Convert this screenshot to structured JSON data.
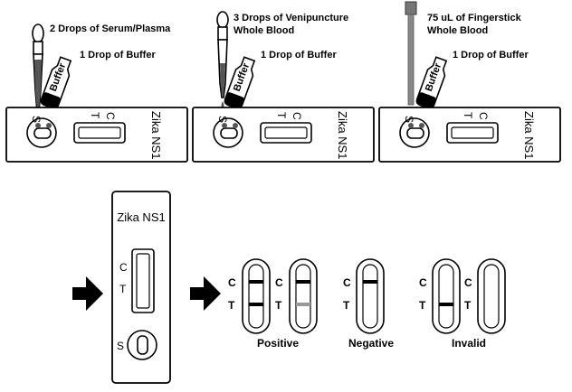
{
  "steps": [
    {
      "sample_label": "2 Drops of Serum/Plasma",
      "buffer_label": "1 Drop of Buffer"
    },
    {
      "sample_label_line1": "3 Drops of Venipuncture",
      "sample_label_line2": "Whole Blood",
      "buffer_label": "1 Drop of Buffer"
    },
    {
      "sample_label_line1": "75 uL of Fingerstick",
      "sample_label_line2": "Whole Blood",
      "buffer_label": "1 Drop of Buffer"
    }
  ],
  "cassette": {
    "name": "Zika NS1",
    "well_label": "S",
    "control_label": "C",
    "test_label": "T"
  },
  "bottle_label": "Buffer",
  "results": {
    "c_label": "C",
    "t_label": "T",
    "positive": "Positive",
    "negative": "Negative",
    "invalid": "Invalid"
  }
}
